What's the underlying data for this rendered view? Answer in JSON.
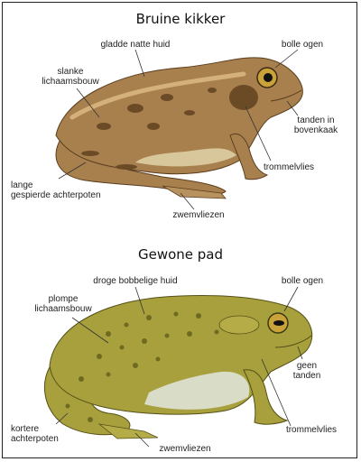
{
  "frog": {
    "title": "Bruine kikker",
    "labels": {
      "skin": "gladde natte huid",
      "eyes": "bolle ogen",
      "body_line1": "slanke",
      "body_line2": "lichaamsbouw",
      "teeth_line1": "tanden in",
      "teeth_line2": "bovenkaak",
      "eardrum": "trommelvlies",
      "legs_line1": "lange",
      "legs_line2": "gespierde achterpoten",
      "webs": "zwemvliezen"
    }
  },
  "toad": {
    "title": "Gewone pad",
    "labels": {
      "skin": "droge bobbelige huid",
      "eyes": "bolle ogen",
      "body_line1": "plompe",
      "body_line2": "lichaamsbouw",
      "teeth_line1": "geen",
      "teeth_line2": "tanden",
      "eardrum": "trommelvlies",
      "legs_line1": "kortere",
      "legs_line2": "achterpoten",
      "webs": "zwemvliezen"
    }
  },
  "colors": {
    "frog_body": "#a8804e",
    "frog_dark": "#6b4a26",
    "frog_belly": "#d8c79a",
    "toad_body": "#a8a03c",
    "toad_dark": "#6e6a22",
    "toad_belly": "#d9dcc6",
    "eye": "#c9a23a",
    "line": "#333333"
  }
}
